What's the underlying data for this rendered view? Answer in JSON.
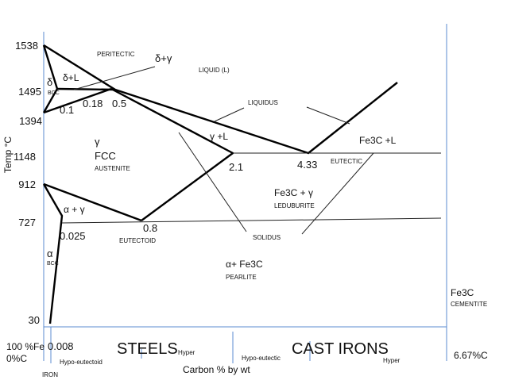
{
  "colors": {
    "line": "#000000",
    "guide": "#5b8bd1",
    "text": "#111111",
    "background": "#ffffff"
  },
  "y_axis": {
    "title": "Temp °C",
    "ticks": [
      "1538",
      "1495",
      "1394",
      "1148",
      "912",
      "727",
      "30"
    ]
  },
  "x_axis": {
    "title": "Carbon % by wt",
    "left_top": "100 %Fe",
    "left_bottom": "0%C",
    "left_bottom_note": "IRON",
    "right_label": "6.67%C",
    "bottom_values": {
      "steel_limit": "0.008"
    }
  },
  "phases": {
    "peritectic": "PERITECTIC",
    "delta_gamma": "δ+γ",
    "liquid": "LIQUID (L)",
    "delta": "δ",
    "delta_bcc": "BCC",
    "delta_liquid": "δ+L",
    "liquidus": "LIQUIDUS",
    "gamma": "γ",
    "fcc": "FCC",
    "austenite": "AUSTENITE",
    "gamma_liquid": "γ +L",
    "fe3c_liquid": "Fe3C +L",
    "eutectic": "EUTECTIC",
    "fe3c_gamma": "Fe3C + γ",
    "ledeburite": "LEDUBURITE",
    "alpha_gamma": "α + γ",
    "eutectoid": "EUTECTOID",
    "solidus": "SOLIDUS",
    "alpha": "α",
    "alpha_bcc": "BCC",
    "alpha_fe3c": "α+ Fe3C",
    "pearlite": "PEARLITE",
    "fe3c": "Fe3C",
    "cementite": "CEMENTITE"
  },
  "compositions": {
    "c_0_1": "0.1",
    "c_0_18": "0.18",
    "c_0_5": "0.5",
    "c_2_1": "2.1",
    "c_4_33": "4.33",
    "c_0_8": "0.8",
    "c_0_025": "0.025"
  },
  "classes": {
    "steels": "STEELS",
    "cast_irons": "CAST IRONS",
    "hyper_steel": "Hyper",
    "hypo_eutectic": "Hypo-eutectic",
    "hyper_cast": "Hyper",
    "hypo_eutectoid": "Hypo-eutectoid"
  }
}
